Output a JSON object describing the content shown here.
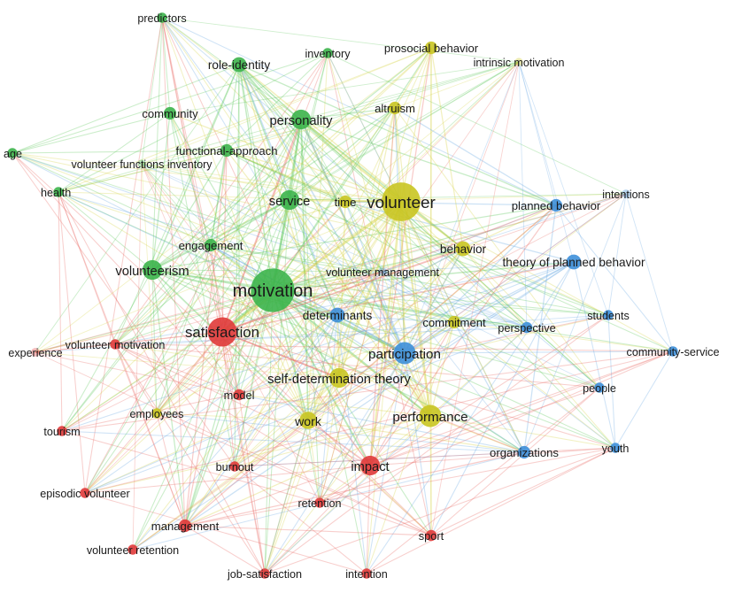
{
  "clusters": {
    "green": {
      "color": "#3cb44b",
      "edge": "#5cc85a"
    },
    "yellow": {
      "color": "#c9c521",
      "edge": "#d8d446"
    },
    "blue": {
      "color": "#3d8fd9",
      "edge": "#6aa9e3"
    },
    "red": {
      "color": "#e03a3a",
      "edge": "#ea6a64"
    }
  },
  "nodes": [
    {
      "id": "predictors",
      "label": "predictors",
      "cluster": "green",
      "weight": 1
    },
    {
      "id": "inventory",
      "label": "inventory",
      "cluster": "green",
      "weight": 1
    },
    {
      "id": "role-identity",
      "label": "role-identity",
      "cluster": "green",
      "weight": 2
    },
    {
      "id": "community",
      "label": "community",
      "cluster": "green",
      "weight": 1.5
    },
    {
      "id": "personality",
      "label": "personality",
      "cluster": "green",
      "weight": 3
    },
    {
      "id": "functional-approach",
      "label": "functional-approach",
      "cluster": "green",
      "weight": 1.5
    },
    {
      "id": "age",
      "label": "age",
      "cluster": "green",
      "weight": 1
    },
    {
      "id": "volunteer-functions-inventory",
      "label": "volunteer functions inventory",
      "cluster": "green",
      "weight": 0.6,
      "faded": true
    },
    {
      "id": "health",
      "label": "health",
      "cluster": "green",
      "weight": 1
    },
    {
      "id": "service",
      "label": "service",
      "cluster": "green",
      "weight": 3
    },
    {
      "id": "engagement",
      "label": "engagement",
      "cluster": "green",
      "weight": 1.5
    },
    {
      "id": "volunteerism",
      "label": "volunteerism",
      "cluster": "green",
      "weight": 3
    },
    {
      "id": "motivation",
      "label": "motivation",
      "cluster": "green",
      "weight": 8
    },
    {
      "id": "prosocial-behavior",
      "label": "prosocial behavior",
      "cluster": "yellow",
      "weight": 1.5
    },
    {
      "id": "intrinsic-motivation",
      "label": "intrinsic motivation",
      "cluster": "yellow",
      "weight": 0.6,
      "faded": true
    },
    {
      "id": "altruism",
      "label": "altruism",
      "cluster": "yellow",
      "weight": 1.5
    },
    {
      "id": "time",
      "label": "time",
      "cluster": "yellow",
      "weight": 1.5
    },
    {
      "id": "volunteer",
      "label": "volunteer",
      "cluster": "yellow",
      "weight": 7
    },
    {
      "id": "behavior",
      "label": "behavior",
      "cluster": "yellow",
      "weight": 2
    },
    {
      "id": "commitment",
      "label": "commitment",
      "cluster": "yellow",
      "weight": 1.5
    },
    {
      "id": "self-determination-theory",
      "label": "self-determination theory",
      "cluster": "yellow",
      "weight": 3
    },
    {
      "id": "performance",
      "label": "performance",
      "cluster": "yellow",
      "weight": 3.5
    },
    {
      "id": "work",
      "label": "work",
      "cluster": "yellow",
      "weight": 2.5
    },
    {
      "id": "employees",
      "label": "employees",
      "cluster": "yellow",
      "weight": 1
    },
    {
      "id": "intentions",
      "label": "intentions",
      "cluster": "blue",
      "weight": 0.7,
      "faded": true
    },
    {
      "id": "planned-behavior",
      "label": "planned behavior",
      "cluster": "blue",
      "weight": 1.5
    },
    {
      "id": "theory-of-planned-behavior",
      "label": "theory of planned behavior",
      "cluster": "blue",
      "weight": 2
    },
    {
      "id": "volunteer-management",
      "label": "volunteer management",
      "cluster": "blue",
      "weight": 0.7,
      "faded": true
    },
    {
      "id": "determinants",
      "label": "determinants",
      "cluster": "blue",
      "weight": 2
    },
    {
      "id": "students",
      "label": "students",
      "cluster": "blue",
      "weight": 1
    },
    {
      "id": "perspective",
      "label": "perspective",
      "cluster": "blue",
      "weight": 1.2
    },
    {
      "id": "community-service",
      "label": "community-service",
      "cluster": "blue",
      "weight": 1
    },
    {
      "id": "participation",
      "label": "participation",
      "cluster": "blue",
      "weight": 3.5
    },
    {
      "id": "people",
      "label": "people",
      "cluster": "blue",
      "weight": 1
    },
    {
      "id": "organizations",
      "label": "organizations",
      "cluster": "blue",
      "weight": 1.5
    },
    {
      "id": "youth",
      "label": "youth",
      "cluster": "blue",
      "weight": 1
    },
    {
      "id": "experience",
      "label": "experience",
      "cluster": "red",
      "weight": 0.7,
      "faded": true
    },
    {
      "id": "volunteer-motivation",
      "label": "volunteer motivation",
      "cluster": "red",
      "weight": 1
    },
    {
      "id": "satisfaction",
      "label": "satisfaction",
      "cluster": "red",
      "weight": 5
    },
    {
      "id": "model",
      "label": "model",
      "cluster": "red",
      "weight": 1.2
    },
    {
      "id": "tourism",
      "label": "tourism",
      "cluster": "red",
      "weight": 1
    },
    {
      "id": "burnout",
      "label": "burnout",
      "cluster": "red",
      "weight": 1
    },
    {
      "id": "impact",
      "label": "impact",
      "cluster": "red",
      "weight": 3
    },
    {
      "id": "episodic-volunteer",
      "label": "episodic volunteer",
      "cluster": "red",
      "weight": 1
    },
    {
      "id": "retention",
      "label": "retention",
      "cluster": "red",
      "weight": 1
    },
    {
      "id": "management",
      "label": "management",
      "cluster": "red",
      "weight": 1.5
    },
    {
      "id": "volunteer-retention",
      "label": "volunteer retention",
      "cluster": "red",
      "weight": 1
    },
    {
      "id": "sport",
      "label": "sport",
      "cluster": "red",
      "weight": 1.2
    },
    {
      "id": "job-satisfaction",
      "label": "job-satisfaction",
      "cluster": "red",
      "weight": 1
    },
    {
      "id": "intention",
      "label": "intention",
      "cluster": "red",
      "weight": 1
    }
  ]
}
